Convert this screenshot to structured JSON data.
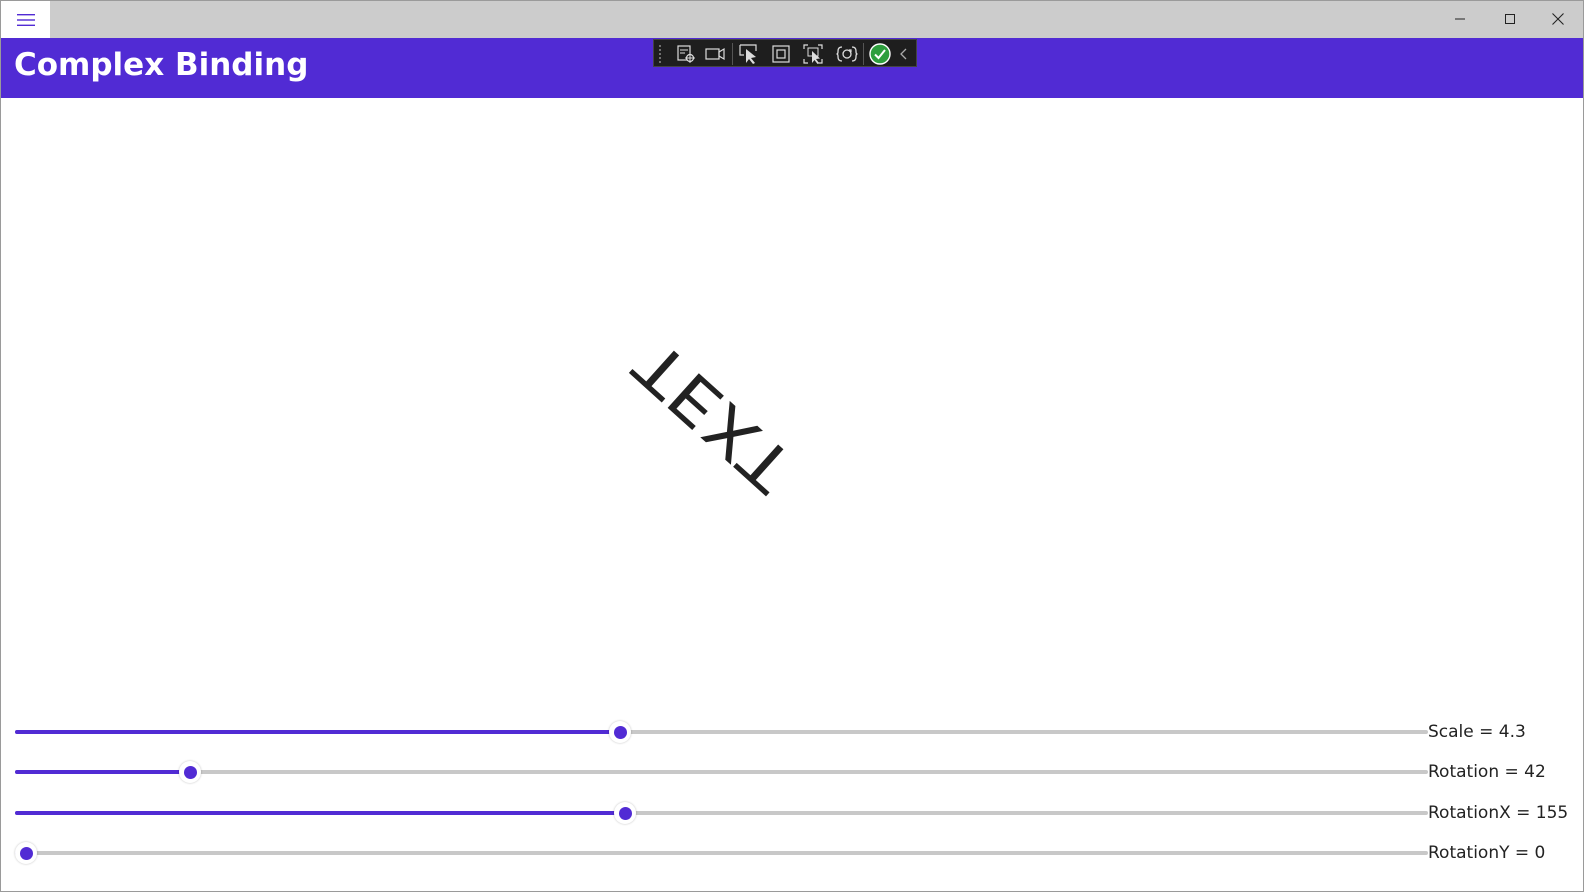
{
  "window": {
    "caption_buttons": {
      "minimize_icon": "minimize-icon",
      "maximize_icon": "maximize-icon",
      "close_icon": "close-icon"
    },
    "menu_icon": "hamburger-menu-icon"
  },
  "header": {
    "title": "Complex Binding",
    "background": "#512bd4"
  },
  "debug_toolbar": {
    "icons": [
      "live-visual-tree-icon",
      "video-camera-icon",
      "select-element-icon",
      "display-layout-adorners-icon",
      "track-focused-element-icon",
      "hot-reload-icon",
      "hot-reload-status-check-icon",
      "collapse-toolbar-chevron-icon"
    ]
  },
  "content": {
    "transformed_label": "TEXT"
  },
  "sliders": [
    {
      "label": "Scale = 4.3",
      "fraction": 0.428
    },
    {
      "label": "Rotation = 42",
      "fraction": 0.124
    },
    {
      "label": "RotationX = 155",
      "fraction": 0.432
    },
    {
      "label": "RotationY = 0",
      "fraction": 0.008
    }
  ],
  "colors": {
    "accent": "#512bd4",
    "track": "#c8c8c8",
    "titlebar": "#cccccc"
  }
}
